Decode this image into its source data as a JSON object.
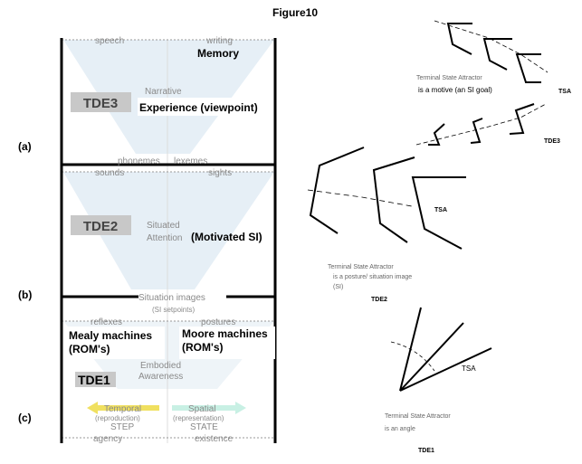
{
  "title": "Figure10",
  "row_labels": [
    "(a)",
    "(b)",
    "(c)"
  ],
  "left": {
    "tde3": {
      "top_left": "speech",
      "top_right": "writing",
      "memory": "Memory",
      "badge": "TDE3",
      "narrative": "Narrative",
      "experience": "Experience (viewpoint)",
      "bottom_left": "phonemes",
      "bottom_right": "lexemes"
    },
    "tde2": {
      "top_left": "sounds",
      "top_right": "sights",
      "badge": "TDE2",
      "situated": "Situated",
      "attention": "Attention",
      "motivated": "(Motivated SI)",
      "situation_images": "Situation images",
      "setpoints": "(SI setpoints)"
    },
    "tde1": {
      "top_left": "reflexes",
      "top_right": "postures",
      "mealy": "Mealy machines",
      "mealy_sub": "(ROM's)",
      "moore": "Moore machines",
      "moore_sub": "(ROM's)",
      "embodied": "Embodied",
      "awareness": "Awareness",
      "badge": "TDE1",
      "temporal": "Temporal",
      "reproduction": "(reproduction)",
      "step": "STEP",
      "spatial": "Spatial",
      "representation": "(representation)",
      "state": "STATE",
      "bottom_left": "agency",
      "bottom_right": "existence"
    }
  },
  "right": {
    "tde3_top": {
      "line1": "Terminal State Attractor",
      "line2": "is a motive (an SI goal)",
      "tsa": "TSA"
    },
    "tde3_label": "TDE3",
    "tde2": {
      "tsa": "TSA",
      "line1": "Terminal State Attractor",
      "line2": "is a posture/ situation image",
      "line3": "(SI)",
      "label": "TDE2"
    },
    "tde1": {
      "tsa": "TSA",
      "line1": "Terminal State Attractor",
      "line2": "is an angle",
      "label": "TDE1"
    }
  },
  "colors": {
    "funnel": "#e6eff6",
    "badge": "#c8c8c8",
    "temporal": "#f0e060",
    "spatial": "#c8f0e4",
    "faded": "#9a9a9a"
  }
}
